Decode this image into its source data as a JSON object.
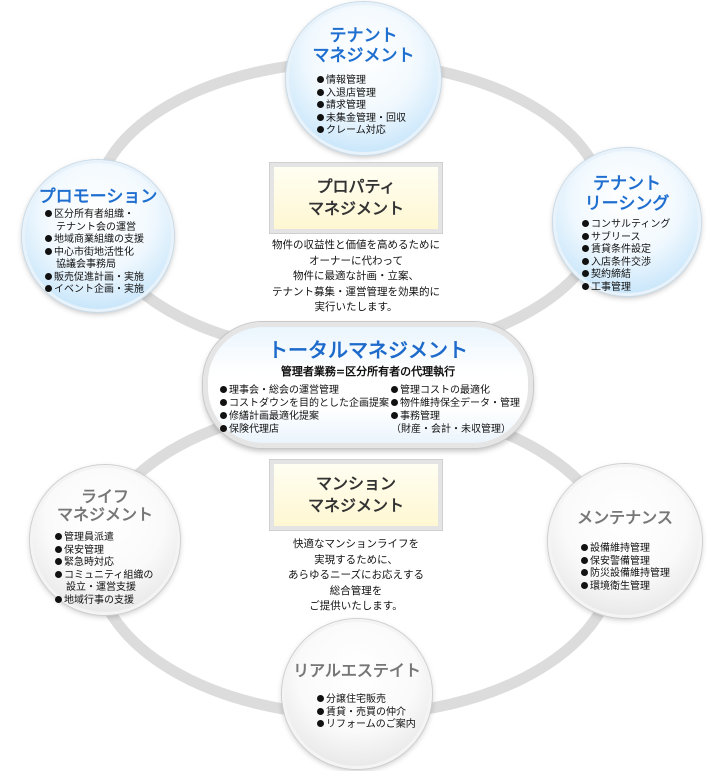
{
  "diagram": {
    "center": {
      "title": "トータルマネジメント",
      "subtitle": "管理者業務=区分所有者の代理執行",
      "left_items": [
        "理事会・総会の運営管理",
        "コストダウンを目的とした企画提案",
        "修繕計画最適化提案",
        "保険代理店"
      ],
      "right_items": [
        "管理コストの最適化",
        "物件維持保全データ・管理",
        "事務管理"
      ],
      "right_note": "（財産・会計・未収管理）"
    },
    "property_box": {
      "title_line1": "プロパティ",
      "title_line2": "マネジメント"
    },
    "property_desc": [
      "物件の収益性と価値を高めるために",
      "オーナーに代わって",
      "物件に最適な計画・立案、",
      "テナント募集・運営管理を効果的に",
      "実行いたします。"
    ],
    "mansion_box": {
      "title_line1": "マンション",
      "title_line2": "マネジメント"
    },
    "mansion_desc": [
      "快適なマンションライフを",
      "実現するために、",
      "あらゆるニーズにお応えする",
      "総合管理を",
      "ご提供いたします。"
    ],
    "tenant_management": {
      "title_line1": "テナント",
      "title_line2": "マネジメント",
      "items": [
        "情報管理",
        "入退店管理",
        "請求管理",
        "未集金管理・回収",
        "クレーム対応"
      ]
    },
    "promotion": {
      "title": "プロモーション",
      "items": [
        "区分所有者組織・",
        "地域商業組織の支援",
        "中心市街地活性化",
        "販売促進計画・実施",
        "イベント企画・実施"
      ],
      "sub_items": [
        "テナント会の運営",
        "協議会事務局"
      ]
    },
    "tenant_leasing": {
      "title_line1": "テナント",
      "title_line2": "リーシング",
      "items": [
        "コンサルティング",
        "サブリース",
        "賃貸条件設定",
        "入店条件交渉",
        "契約締結",
        "工事管理"
      ]
    },
    "life_management": {
      "title_line1": "ライフ",
      "title_line2": "マネジメント",
      "items": [
        "管理員派遣",
        "保安管理",
        "緊急時対応",
        "コミュニティ組織の",
        "地域行事の支援"
      ],
      "sub_item": "設立・運営支援"
    },
    "maintenance": {
      "title": "メンテナンス",
      "items": [
        "設備維持管理",
        "保安警備管理",
        "防災設備維持管理",
        "環境衛生管理"
      ]
    },
    "real_estate": {
      "title": "リアルエステイト",
      "items": [
        "分譲住宅販売",
        "賃貸・売買の仲介",
        "リフォームのご案内"
      ]
    },
    "colors": {
      "blue_title": "#1f6fd0",
      "gray_title": "#777777",
      "ring": "#dcdcdc",
      "box_fill": "#fff7d2"
    }
  }
}
